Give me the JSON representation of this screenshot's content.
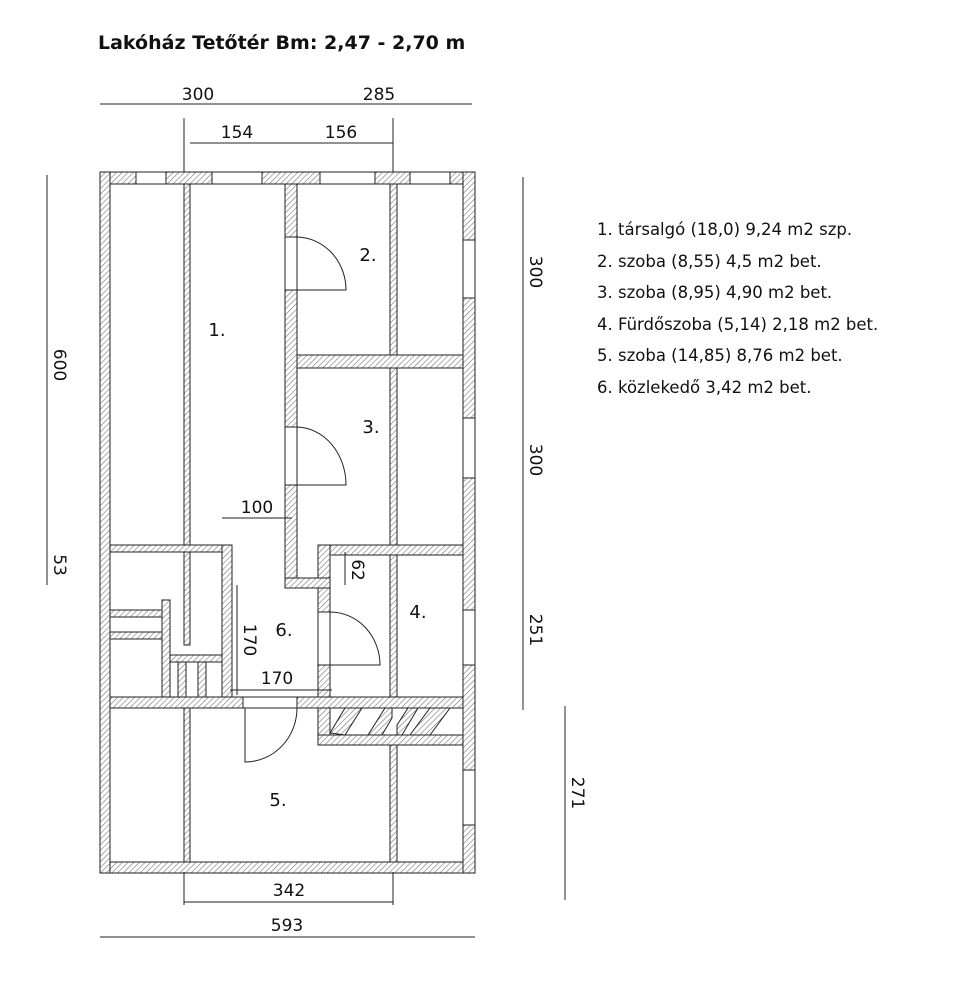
{
  "title": "Lakóház Tetőtér Bm: 2,47 - 2,70 m",
  "legend": [
    "1. társalgó (18,0) 9,24 m2 szp.",
    "2. szoba (8,55) 4,5 m2 bet.",
    "3. szoba (8,95) 4,90 m2 bet.",
    "4. Fürdőszoba (5,14) 2,18 m2 bet.",
    "5. szoba (14,85) 8,76 m2 bet.",
    "6. közlekedő 3,42 m2 bet."
  ],
  "rooms": [
    "1.",
    "2.",
    "3.",
    "4.",
    "5.",
    "6."
  ],
  "dimensions": {
    "top_left": "300",
    "top_right": "285",
    "inner_left": "154",
    "inner_right": "156",
    "left_main": "600",
    "left_small": "53",
    "right_1": "300",
    "right_2": "300",
    "right_3": "251",
    "right_4": "271",
    "bottom_inner": "342",
    "bottom_total": "593",
    "corridor_width": "100",
    "notch": "62",
    "hall_vertical": "170",
    "hall_horizontal": "170"
  }
}
